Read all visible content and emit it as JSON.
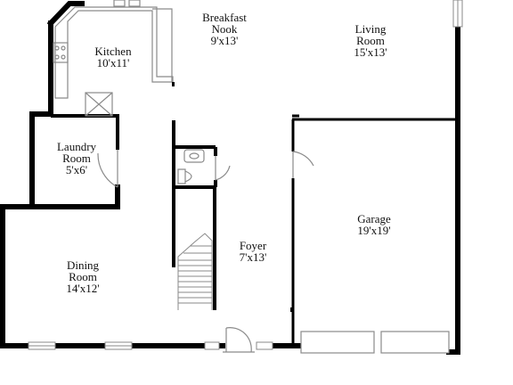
{
  "rooms": {
    "kitchen": {
      "name": "Kitchen",
      "size": "10'x11'"
    },
    "breakfast": {
      "name": "Breakfast",
      "name2": "Nook",
      "size": "9'x13'"
    },
    "living": {
      "name": "Living",
      "name2": "Room",
      "size": "15'x13'"
    },
    "laundry": {
      "name": "Laundry",
      "name2": "Room",
      "size": "5'x6'"
    },
    "garage": {
      "name": "Garage",
      "size": "19'x19'"
    },
    "foyer": {
      "name": "Foyer",
      "size": "7'x13'"
    },
    "dining": {
      "name": "Dining",
      "name2": "Room",
      "size": "14'x12'"
    }
  },
  "colors": {
    "wall": "#000000",
    "fixture": "#8a8a8a",
    "background": "#ffffff"
  }
}
